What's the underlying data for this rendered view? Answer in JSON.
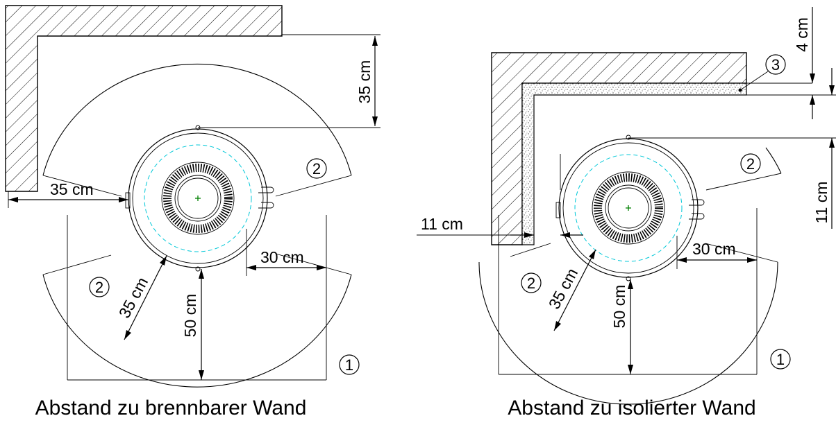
{
  "left_panel": {
    "caption": "Abstand zu brennbarer Wand",
    "dim_top": "35 cm",
    "dim_left": "35 cm",
    "dim_right": "30 cm",
    "dim_diag": "35 cm",
    "dim_front": "50 cm",
    "marker_1": "1",
    "marker_2a": "2",
    "marker_2b": "2"
  },
  "right_panel": {
    "caption": "Abstand zu isolierter Wand",
    "dim_top_small": "4 cm",
    "dim_top": "11 cm",
    "dim_left": "11 cm",
    "dim_right": "30 cm",
    "dim_diag": "35 cm",
    "dim_front": "50 cm",
    "marker_1": "1",
    "marker_2a": "2",
    "marker_2b": "2",
    "marker_3": "3"
  },
  "colors": {
    "line": "#000000",
    "clearance_circle": "#00c8d8",
    "center_mark": "#008000"
  }
}
